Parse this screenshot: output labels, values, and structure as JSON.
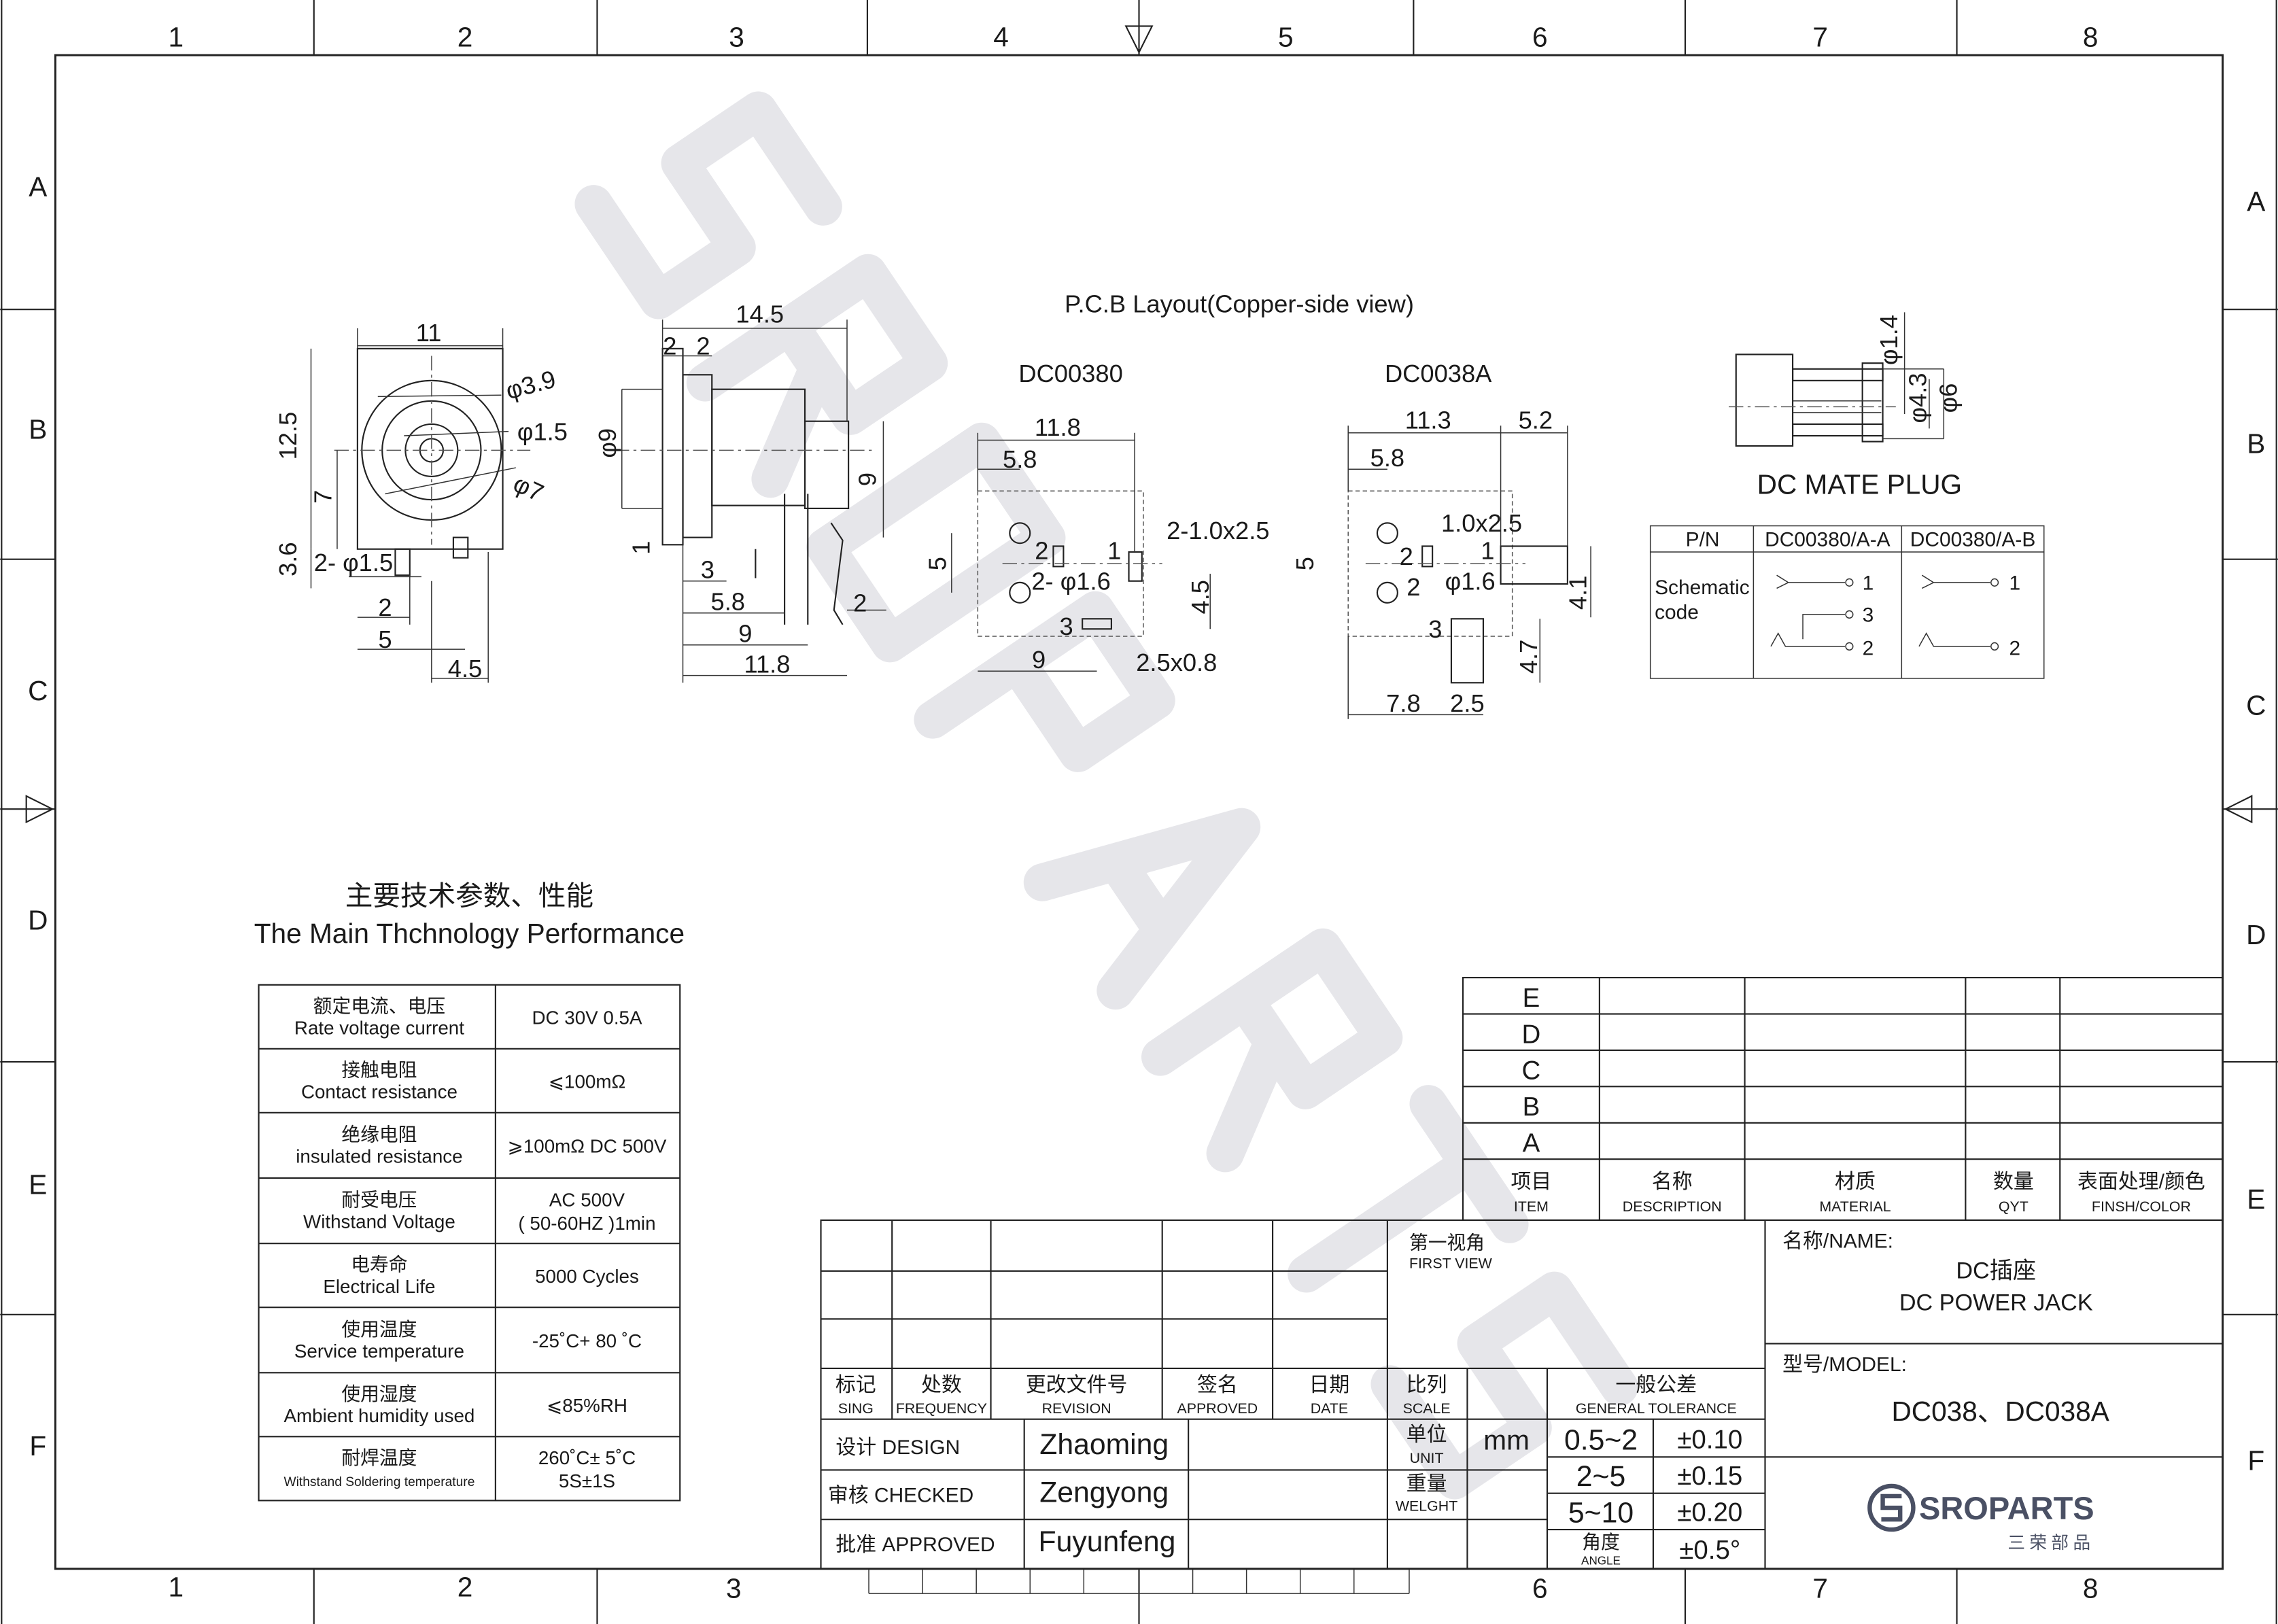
{
  "frame": {
    "columns": [
      "1",
      "2",
      "3",
      "4",
      "5",
      "6",
      "7",
      "8"
    ],
    "rows": [
      "A",
      "B",
      "C",
      "D",
      "E",
      "F"
    ]
  },
  "watermark": "SROPARTS",
  "front_view": {
    "dims": [
      "11",
      "φ3.9",
      "φ1.5",
      "φ7",
      "12.5",
      "7",
      "3.6",
      "2- φ1.5",
      "2",
      "5",
      "4.5"
    ]
  },
  "side_view": {
    "dims": [
      "14.5",
      "2",
      "2",
      "φ9",
      "9",
      "1",
      "3",
      "5.8",
      "9",
      "2",
      "11.8"
    ]
  },
  "pcb": {
    "title": "P.C.B Layout(Copper-side view)",
    "dc00380": {
      "label": "DC00380",
      "dims": [
        "11.8",
        "5.8",
        "5",
        "2",
        "1",
        "2-1.0x2.5",
        "2- φ1.6",
        "4.5",
        "3",
        "2.5x0.8",
        "9"
      ]
    },
    "dc0038a": {
      "label": "DC0038A",
      "dims": [
        "11.3",
        "5.2",
        "5.8",
        "1.0x2.5",
        "5",
        "2",
        "1",
        "2",
        "φ1.6",
        "4.1",
        "3",
        "4.7",
        "7.8",
        "2.5"
      ]
    }
  },
  "mate_plug": {
    "title": "DC MATE PLUG",
    "dims": [
      "φ1.4",
      "φ4.3",
      "φ6"
    ]
  },
  "pn_table": {
    "header": [
      "P/N",
      "DC00380/A-A",
      "DC00380/A-B"
    ],
    "row_label": [
      "Schematic",
      "code"
    ],
    "pins_a": [
      "1",
      "3",
      "2"
    ],
    "pins_b": [
      "1",
      "2"
    ]
  },
  "performance": {
    "title_cn": "主要技术参数、性能",
    "title_en": "The Main Thchnology Performance",
    "rows": [
      {
        "cn": "额定电流、电压",
        "en": "Rate voltage current",
        "value": [
          "DC 30V   0.5A"
        ]
      },
      {
        "cn": "接触电阻",
        "en": "Contact resistance",
        "value": [
          "⩽100mΩ"
        ]
      },
      {
        "cn": "绝缘电阻",
        "en": "insulated resistance",
        "value": [
          "⩾100mΩ  DC 500V"
        ]
      },
      {
        "cn": "耐受电压",
        "en": "Withstand Voltage",
        "value": [
          "AC 500V",
          "( 50-60HZ )1min"
        ]
      },
      {
        "cn": "电寿命",
        "en": "Electrical Life",
        "value": [
          "5000 Cycles"
        ]
      },
      {
        "cn": "使用温度",
        "en": "Service temperature",
        "value": [
          "-25˚C+ 80 ˚C"
        ]
      },
      {
        "cn": "使用湿度",
        "en": "Ambient humidity used",
        "value": [
          "⩽85%RH"
        ]
      },
      {
        "cn": "耐焊温度",
        "en": "Withstand Soldering temperature",
        "value": [
          "260˚C± 5˚C",
          "5S±1S"
        ]
      }
    ]
  },
  "revision_table": {
    "rows": [
      "E",
      "D",
      "C",
      "B",
      "A"
    ],
    "headers": [
      {
        "cn": "项目",
        "en": "ITEM"
      },
      {
        "cn": "名称",
        "en": "DESCRIPTION"
      },
      {
        "cn": "材质",
        "en": "MATERIAL"
      },
      {
        "cn": "数量",
        "en": "QYT"
      },
      {
        "cn": "表面处理/颜色",
        "en": "FINSH/COLOR"
      }
    ]
  },
  "title_block": {
    "change_headers": [
      {
        "cn": "标记",
        "en": "SING"
      },
      {
        "cn": "处数",
        "en": "FREQUENCY"
      },
      {
        "cn": "更改文件号",
        "en": "REVISION"
      },
      {
        "cn": "签名",
        "en": "APPROVED"
      },
      {
        "cn": "日期",
        "en": "DATE"
      }
    ],
    "signoffs": [
      {
        "label": "设计 DESIGN",
        "name": "Zhaoming"
      },
      {
        "label": "审核 CHECKED",
        "name": "Zengyong"
      },
      {
        "label": "批准 APPROVED",
        "name": "Fuyunfeng"
      }
    ],
    "first_view": {
      "cn": "第一视角",
      "en": "FIRST VIEW"
    },
    "scale": {
      "cn": "比列",
      "en": "SCALE"
    },
    "unit": {
      "cn": "单位",
      "en": "UNIT",
      "value": "mm"
    },
    "weight": {
      "cn": "重量",
      "en": "WELGHT"
    },
    "tolerance": {
      "cn": "一般公差",
      "en": "GENERAL TOLERANCE",
      "rows": [
        {
          "range": "0.5~2",
          "tol": "±0.10"
        },
        {
          "range": "2~5",
          "tol": "±0.15"
        },
        {
          "range": "5~10",
          "tol": "±0.20"
        }
      ],
      "angle_cn": "角度",
      "angle_en": "ANGLE",
      "angle_tol": "±0.5°"
    },
    "name_label": "名称/NAME:",
    "name_cn": "DC插座",
    "name_en": "DC POWER JACK",
    "model_label": "型号/MODEL:",
    "model": "DC038、DC038A",
    "logo_text": "SROPARTS",
    "logo_sub": "三荣部品"
  }
}
